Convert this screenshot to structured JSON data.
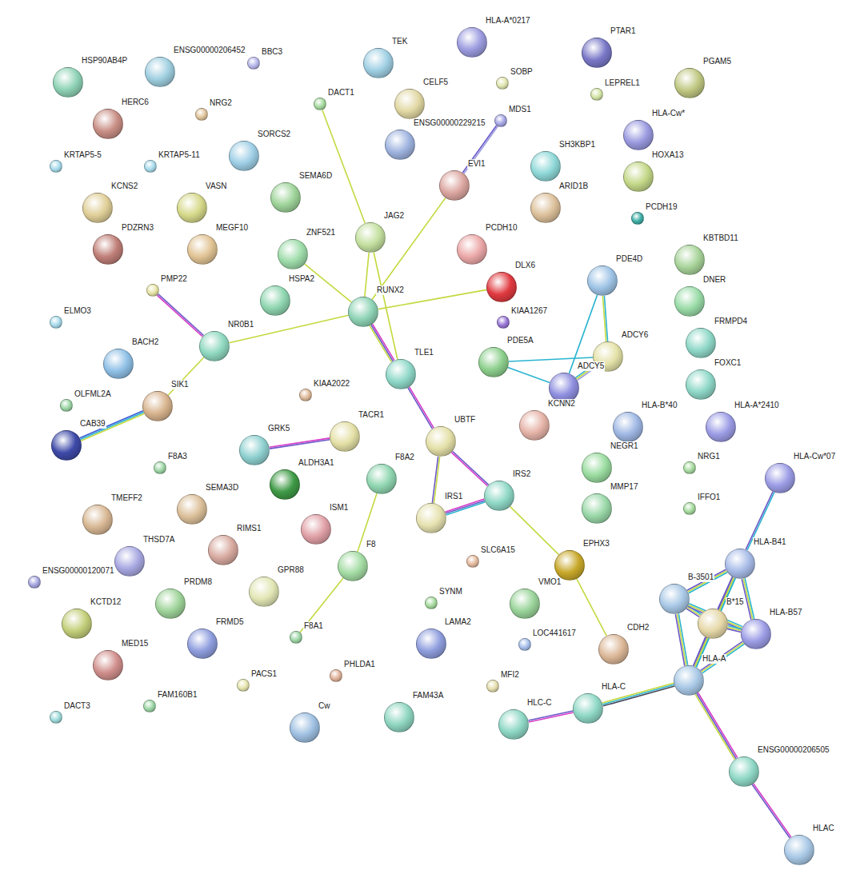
{
  "diagram": {
    "nodes": [
      {
        "text": [
          "HSP90AB4P"
        ]
      },
      {
        "text": [
          "ENSG00000206452"
        ]
      },
      {
        "text": [
          "BBC3"
        ]
      },
      {
        "text": [
          "HERC6"
        ]
      },
      {
        "text": [
          "NRG2"
        ]
      },
      {
        "text": [
          "KRTAP5-5"
        ]
      },
      {
        "text": [
          "KRTAP5-11"
        ]
      },
      {
        "text": [
          "SORCS2"
        ]
      },
      {
        "text": [
          "KCNS2"
        ]
      },
      {
        "text": [
          "VASN"
        ]
      },
      {
        "text": [
          "SEMA6D"
        ]
      },
      {
        "text": [
          "PDZRN3"
        ]
      },
      {
        "text": [
          "MEGF10"
        ]
      },
      {
        "text": [
          "ZNF521"
        ]
      },
      {
        "text": [
          "PMP22"
        ]
      },
      {
        "text": [
          "ELMO3"
        ]
      },
      {
        "text": [
          "HSPA2"
        ]
      },
      {
        "text": [
          "NR0B1"
        ]
      },
      {
        "text": [
          "BACH2"
        ]
      },
      {
        "text": [
          "SIK1"
        ]
      },
      {
        "text": [
          "OLFML2A"
        ]
      },
      {
        "text": [
          "CAB39"
        ]
      },
      {
        "text": [
          "KIAA2022"
        ]
      },
      {
        "text": [
          "GRK5"
        ]
      },
      {
        "text": [
          "TACR1"
        ]
      },
      {
        "text": [
          "F8A3"
        ]
      },
      {
        "text": [
          "ALDH3A1"
        ]
      },
      {
        "text": [
          "TMEFF2"
        ]
      },
      {
        "text": [
          "SEMA3D"
        ]
      },
      {
        "text": [
          "ISM1"
        ]
      },
      {
        "text": [
          "RIMS1"
        ]
      },
      {
        "text": [
          "THSD7A"
        ]
      },
      {
        "text": [
          "ENSG00000120071"
        ]
      },
      {
        "text": [
          "PRDM8"
        ]
      },
      {
        "text": [
          "GPR88"
        ]
      },
      {
        "text": [
          "KCTD12"
        ]
      },
      {
        "text": [
          "FRMD5"
        ]
      },
      {
        "text": [
          "F8A1"
        ]
      },
      {
        "text": [
          "MED15"
        ]
      },
      {
        "text": [
          "PACS1"
        ]
      },
      {
        "text": [
          "PHLDA1"
        ]
      },
      {
        "text": [
          "DACT3"
        ]
      },
      {
        "text": [
          "FAM160B1"
        ]
      },
      {
        "text": [
          "Cw"
        ]
      },
      {
        "text": [
          "FAM43A"
        ]
      },
      {
        "text": [
          "TEK"
        ]
      },
      {
        "text": [
          "DACT1"
        ]
      },
      {
        "text": [
          "CELF5"
        ]
      },
      {
        "text": [
          "HLA-A*0217"
        ]
      },
      {
        "text": [
          "SOBP"
        ]
      },
      {
        "text": [
          "MDS1"
        ]
      },
      {
        "text": [
          "ENSG00000229215"
        ]
      },
      {
        "text": [
          "EVI1"
        ]
      },
      {
        "text": [
          "JAG2"
        ]
      },
      {
        "text": [
          "RUNX2"
        ]
      },
      {
        "text": [
          "PCDH10"
        ]
      },
      {
        "text": [
          "DLX6"
        ]
      },
      {
        "text": [
          "KIAA1267"
        ]
      },
      {
        "text": [
          "TLE1"
        ]
      },
      {
        "text": [
          "UBTF"
        ]
      },
      {
        "text": [
          "F8A2"
        ]
      },
      {
        "text": [
          "IRS1"
        ]
      },
      {
        "text": [
          "IRS2"
        ]
      },
      {
        "text": [
          "F8"
        ]
      },
      {
        "text": [
          "SLC6A15"
        ]
      },
      {
        "text": [
          "SYNM"
        ]
      },
      {
        "text": [
          "LAMA2"
        ]
      },
      {
        "text": [
          "MFI2"
        ]
      },
      {
        "text": [
          "VMO1"
        ]
      },
      {
        "text": [
          "LOC441617"
        ]
      },
      {
        "text": [
          "EPHX3"
        ]
      },
      {
        "text": [
          "CDH2"
        ]
      },
      {
        "text": [
          "PTAR1"
        ]
      },
      {
        "text": [
          "LEPREL1"
        ]
      },
      {
        "text": [
          "SH3KBP1"
        ]
      },
      {
        "text": [
          "ARID1B"
        ]
      },
      {
        "text": [
          "PGAM5"
        ]
      },
      {
        "text": [
          "HLA-Cw*"
        ]
      },
      {
        "text": [
          "HOXA13"
        ]
      },
      {
        "text": [
          "PCDH19"
        ]
      },
      {
        "text": [
          "KBTBD11"
        ]
      },
      {
        "text": [
          "PDE4D"
        ]
      },
      {
        "text": [
          "DNER"
        ]
      },
      {
        "text": [
          "FRMPD4"
        ]
      },
      {
        "text": [
          "ADCY6"
        ]
      },
      {
        "text": [
          "PDE5A"
        ]
      },
      {
        "text": [
          "ADCY5"
        ]
      },
      {
        "text": [
          "FOXC1"
        ]
      },
      {
        "text": [
          "KCNN2"
        ]
      },
      {
        "text": [
          "HLA-B*40"
        ]
      },
      {
        "text": [
          "HLA-A*2410"
        ]
      },
      {
        "text": [
          "NEGR1"
        ]
      },
      {
        "text": [
          "NRG1"
        ]
      },
      {
        "text": [
          "MMP17"
        ]
      },
      {
        "text": [
          "IFFO1"
        ]
      },
      {
        "text": [
          "HLA-Cw*07"
        ]
      },
      {
        "text": [
          "HLA-B41"
        ]
      },
      {
        "text": [
          "B-3501"
        ]
      },
      {
        "text": [
          "B*15"
        ]
      },
      {
        "text": [
          "HLA-B57"
        ]
      },
      {
        "text": [
          "HLA-A"
        ]
      },
      {
        "text": [
          "HLA-C"
        ]
      },
      {
        "text": [
          "HLC-C"
        ]
      },
      {
        "text": [
          "ENSG00000206505"
        ]
      },
      {
        "text": [
          "HLAC"
        ]
      }
    ],
    "edges": [
      {
        "from": 46,
        "to": 53,
        "arrow": "none"
      },
      {
        "from": 53,
        "to": 54,
        "arrow": "none"
      },
      {
        "from": 53,
        "to": 58,
        "arrow": "none"
      },
      {
        "from": 13,
        "to": 54,
        "arrow": "none"
      },
      {
        "from": 52,
        "to": 54,
        "arrow": "none"
      },
      {
        "from": 52,
        "to": 50,
        "arrow": "none"
      },
      {
        "from": 54,
        "to": 56,
        "arrow": "none"
      },
      {
        "from": 54,
        "to": 17,
        "arrow": "none"
      },
      {
        "from": 54,
        "to": 58,
        "arrow": "none"
      },
      {
        "from": 17,
        "to": 14,
        "arrow": "none"
      },
      {
        "from": 17,
        "to": 19,
        "arrow": "none"
      },
      {
        "from": 19,
        "to": 21,
        "arrow": "none"
      },
      {
        "from": 58,
        "to": 59,
        "arrow": "none"
      },
      {
        "from": 23,
        "to": 24,
        "arrow": "none"
      },
      {
        "from": 59,
        "to": 61,
        "arrow": "none"
      },
      {
        "from": 59,
        "to": 62,
        "arrow": "none"
      },
      {
        "from": 61,
        "to": 62,
        "arrow": "none"
      },
      {
        "from": 62,
        "to": 70,
        "arrow": "none"
      },
      {
        "from": 70,
        "to": 71,
        "arrow": "none"
      },
      {
        "from": 60,
        "to": 63,
        "arrow": "none"
      },
      {
        "from": 63,
        "to": 37,
        "arrow": "none"
      },
      {
        "from": 81,
        "to": 84,
        "arrow": "none"
      },
      {
        "from": 81,
        "to": 86,
        "arrow": "none"
      },
      {
        "from": 85,
        "to": 84,
        "arrow": "none"
      },
      {
        "from": 85,
        "to": 86,
        "arrow": "none"
      },
      {
        "from": 86,
        "to": 84,
        "arrow": "none"
      },
      {
        "from": 95,
        "to": 96,
        "arrow": "none"
      },
      {
        "from": 96,
        "to": 97,
        "arrow": "none"
      },
      {
        "from": 96,
        "to": 98,
        "arrow": "none"
      },
      {
        "from": 96,
        "to": 99,
        "arrow": "none"
      },
      {
        "from": 97,
        "to": 98,
        "arrow": "none"
      },
      {
        "from": 97,
        "to": 99,
        "arrow": "none"
      },
      {
        "from": 97,
        "to": 100,
        "arrow": "none"
      },
      {
        "from": 98,
        "to": 100,
        "arrow": "none"
      },
      {
        "from": 99,
        "to": 100,
        "arrow": "none"
      },
      {
        "from": 98,
        "to": 99,
        "arrow": "none"
      },
      {
        "from": 96,
        "to": 100,
        "arrow": "none"
      },
      {
        "from": 100,
        "to": 101,
        "arrow": "none"
      },
      {
        "from": 101,
        "to": 102,
        "arrow": "none"
      },
      {
        "from": 100,
        "to": 103,
        "arrow": "none"
      },
      {
        "from": 103,
        "to": 104,
        "arrow": "none"
      }
    ]
  }
}
